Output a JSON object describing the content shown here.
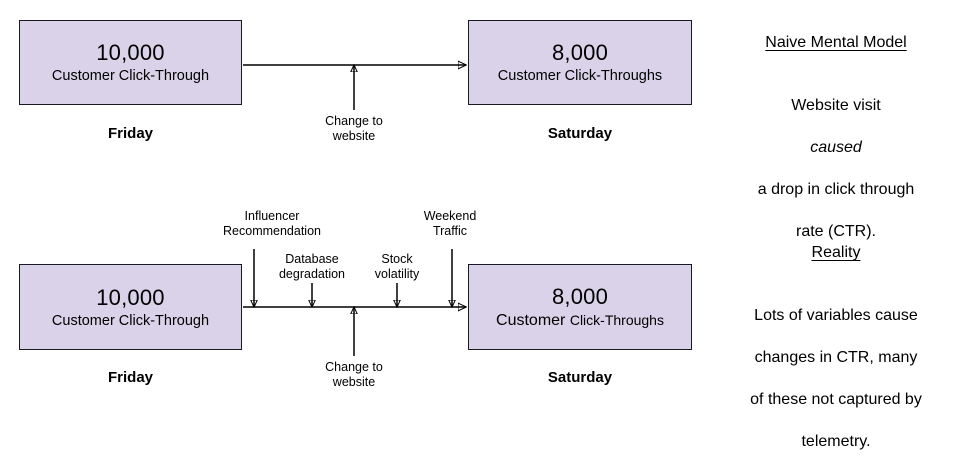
{
  "diagram": {
    "title_semantics": "causal-model-comparison",
    "colors": {
      "box_fill": "#d9d2e9",
      "box_border": "#1a1a24",
      "arrow": "#000000",
      "text": "#000000",
      "background": "#ffffff"
    },
    "naive": {
      "from_box": {
        "value": "10,000",
        "subtitle": "Customer Click-Through",
        "day_label": "Friday"
      },
      "to_box": {
        "value": "8,000",
        "subtitle": "Customer Click-Throughs",
        "day_label": "Saturday"
      },
      "intervention_label": "Change to\nwebsite",
      "side": {
        "heading": "Naive Mental Model",
        "line1": "Website visit",
        "emphasis": "caused",
        "line3": "a drop in click through",
        "line4": "rate (CTR)."
      }
    },
    "reality": {
      "from_box": {
        "value": "10,000",
        "subtitle": "Customer Click-Through",
        "day_label": "Friday"
      },
      "to_box": {
        "value": "8,000",
        "subtitle_lead": "Customer ",
        "subtitle_tail": "Click-Throughs",
        "day_label": "Saturday"
      },
      "intervention_label": "Change to\nwebsite",
      "confounders": [
        {
          "label": "Influencer\nRecommendation"
        },
        {
          "label": "Database\ndegradation"
        },
        {
          "label": "Stock\nvolatility"
        },
        {
          "label": "Weekend\nTraffic"
        }
      ],
      "side": {
        "heading": "Reality",
        "line1": "Lots of variables cause",
        "line2": "changes in CTR, many",
        "line3": "of these not captured by",
        "line4": "telemetry."
      }
    }
  }
}
